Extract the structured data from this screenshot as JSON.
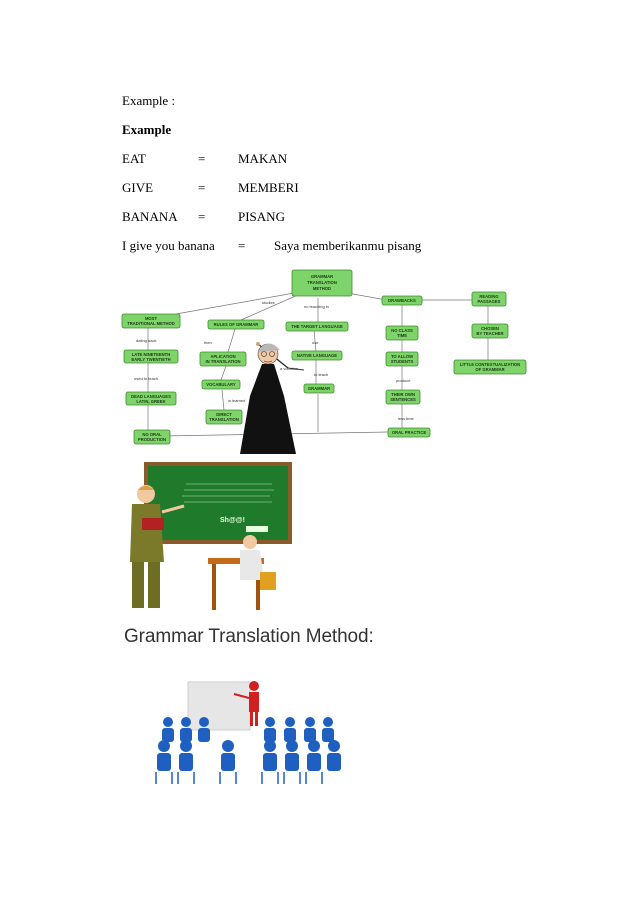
{
  "example_heading": "Example :",
  "example_bold": "Example",
  "vocab": [
    {
      "en": "EAT",
      "eq": "=",
      "id": "MAKAN"
    },
    {
      "en": "GIVE",
      "eq": "=",
      "id": "MEMBERI"
    },
    {
      "en": "BANANA",
      "eq": "=",
      "id": "PISANG"
    }
  ],
  "sentence": {
    "en": "I give you banana",
    "eq": "=",
    "id": "Saya memberikanmu pisang"
  },
  "concept_map": {
    "center": [
      "GRAMMAR",
      "TRANSLATION",
      "METHOD"
    ],
    "nodes": {
      "most_traditional": [
        "MOST",
        "TRADITIONAL METHOD"
      ],
      "late_nineteenth": [
        "LATE NINETEENTH",
        "EARLY TWENTIETH"
      ],
      "dead_languages": [
        "DEAD LANGUAGES",
        "LATIN, GREEK"
      ],
      "no_oral": [
        "NO ORAL",
        "PRODUCTION"
      ],
      "rules": [
        "RULES OF GRAMMAR"
      ],
      "application": [
        "APLICATION",
        "IN TRANSLATION"
      ],
      "vocabulary": [
        "VOCABULARY"
      ],
      "direct": [
        "DIRECT",
        "TRANSLATION"
      ],
      "target_language": [
        "THE TARGET LANGUAGE"
      ],
      "native_language": [
        "NATIVE LANGUAGE"
      ],
      "grammar": [
        "GRAMMAR"
      ],
      "drawbacks": [
        "DRAWBACKS"
      ],
      "no_class_time": [
        "NO CLASS",
        "TIME"
      ],
      "to_allow": [
        "TO ALLOW",
        "STUDENTS"
      ],
      "their_own": [
        "THEIR OWN",
        "SENTENCES"
      ],
      "oral_practice": [
        "ORAL PRACTICE"
      ],
      "reading": [
        "READING",
        "PASSAGES"
      ],
      "chosen": [
        "CHOSEN",
        "BY TEACHER"
      ],
      "little": [
        "LITTLE CONTEXTUALIZATION",
        "OF GRAMMAR"
      ]
    },
    "links": {
      "dating_back": "dating back",
      "used_to_teach": "used to teach",
      "studies": "studies",
      "no_teaching_in": "no teaching in",
      "then": "then",
      "is_learned": "is learned",
      "use": "use",
      "to_teach": "to teach",
      "a_vocation": "a vocation",
      "produce": "produce",
      "less_time": "less time"
    }
  },
  "chalkboard": {
    "caption": "Sh@@!"
  },
  "bottom_heading": "Grammar Translation Method:",
  "colors": {
    "node_green": "#7ed36a",
    "board_green": "#1f7a2b",
    "figure_blue": "#1e5fbf",
    "teacher_red": "#d02020"
  }
}
